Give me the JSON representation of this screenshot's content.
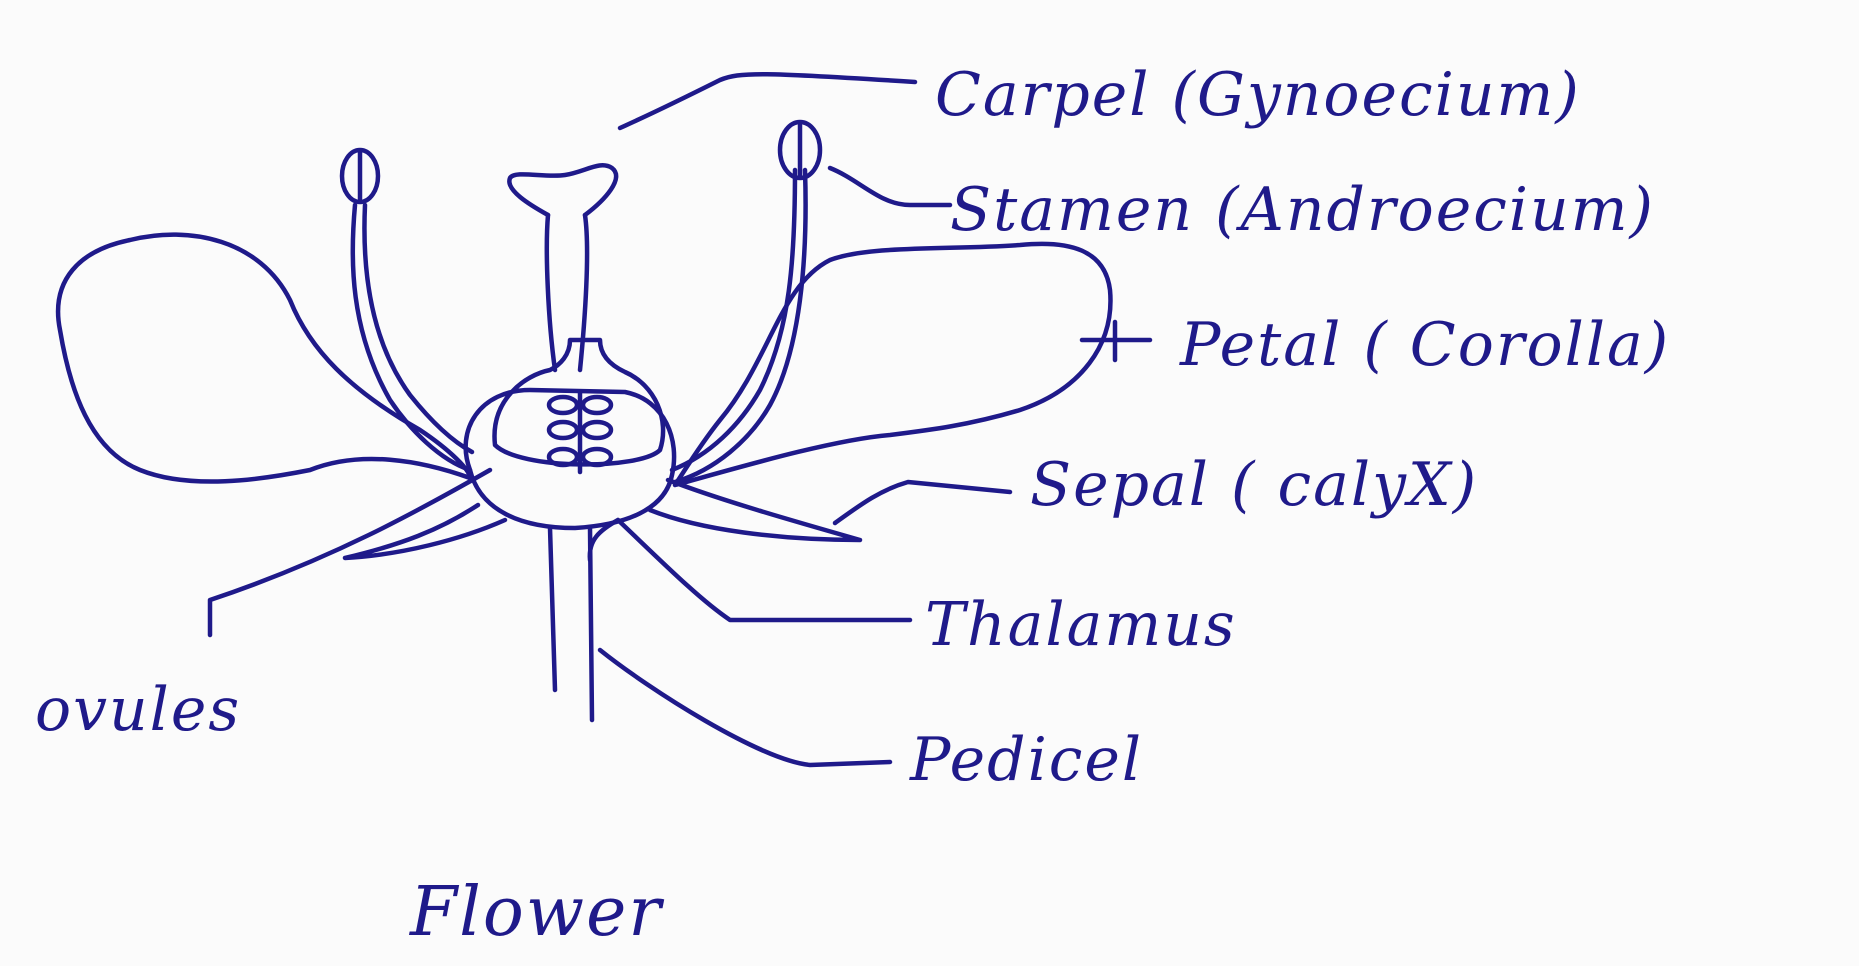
{
  "diagram": {
    "title": "Flower",
    "labels": {
      "carpel": "Carpel (Gynoecium)",
      "stamen": "Stamen (Androecium)",
      "petal": "Petal ( Corolla)",
      "sepal": "Sepal ( calyX)",
      "thalamus": "Thalamus",
      "pedicel": "Pedicel",
      "ovules": "ovules"
    },
    "ink_color": "#1f1a8a",
    "background_color": "#fbfbfb"
  }
}
